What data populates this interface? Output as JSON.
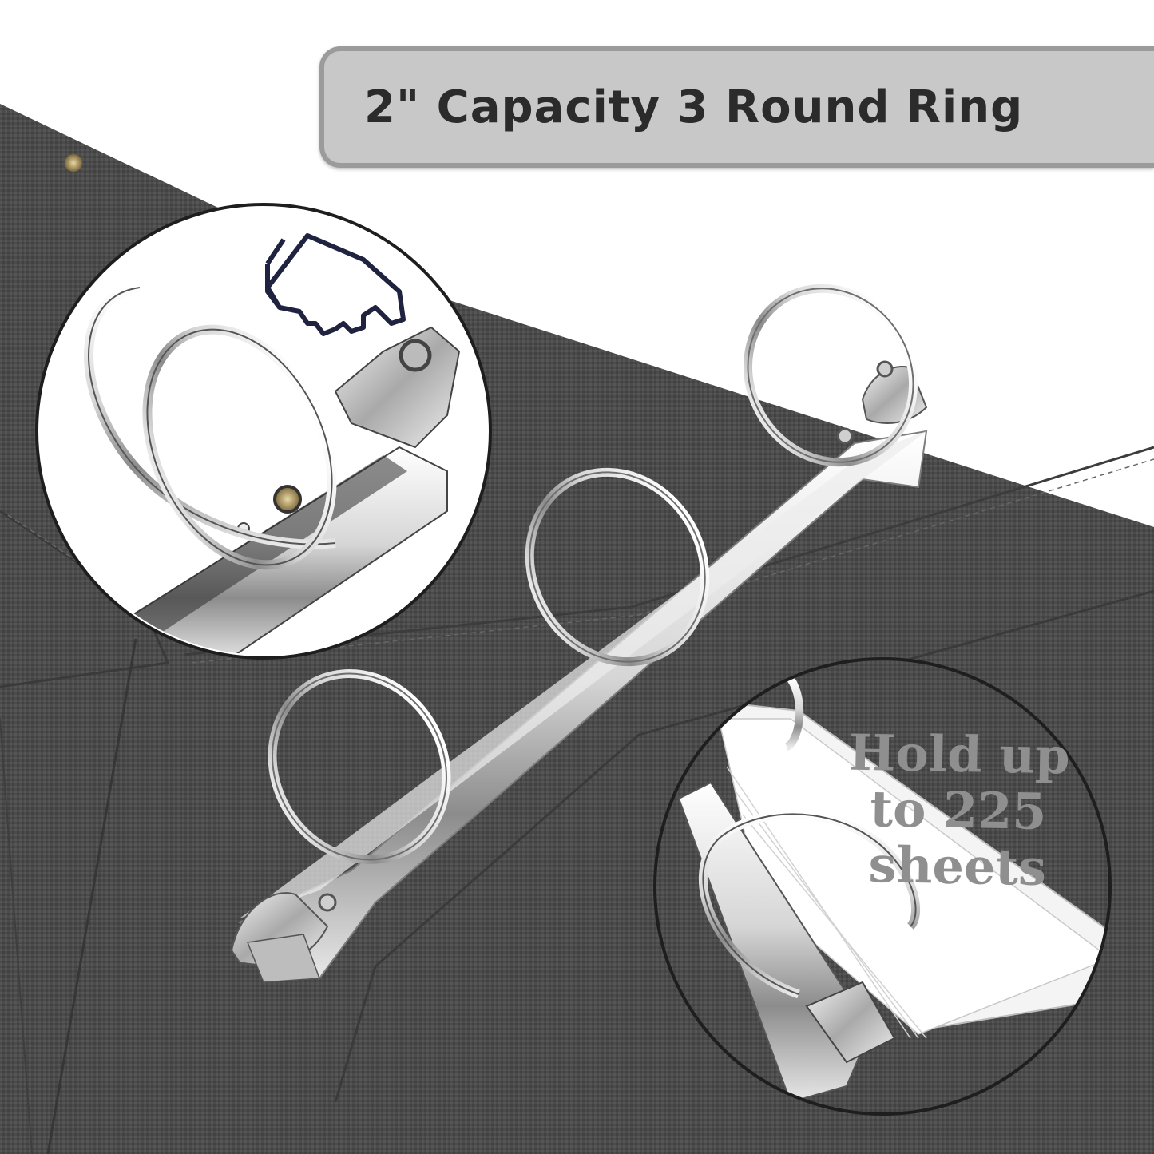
{
  "banner": {
    "title": "2\" Capacity 3 Round Ring"
  },
  "callout": {
    "lines": [
      "Hold up",
      "to 225",
      "sheets"
    ]
  },
  "icons": {
    "pointer": "pointing-hand-icon"
  },
  "colors": {
    "cover": "#4a4a4a",
    "banner_fill": "#c8c8c8",
    "banner_border": "#9b9b9b",
    "title_text": "#2b2b2b",
    "caption_text": "#8f8f8f",
    "metal": "#d9d9d9"
  }
}
